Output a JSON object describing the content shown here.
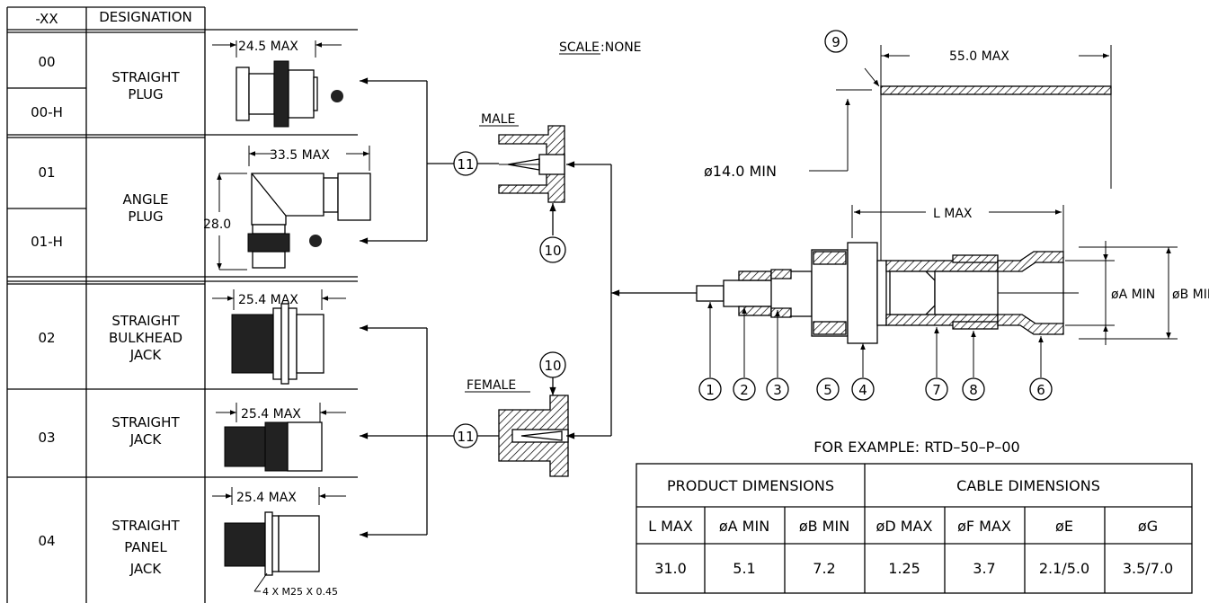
{
  "table": {
    "header_xx": "-XX",
    "header_designation": "DESIGNATION",
    "rows": [
      {
        "code": "00",
        "designation_l1": "STRAIGHT",
        "designation_l2": "PLUG"
      },
      {
        "code": "00-H"
      },
      {
        "code": "01",
        "designation_l1": "ANGLE",
        "designation_l2": "PLUG"
      },
      {
        "code": "01-H"
      },
      {
        "code": "02",
        "designation_l1": "STRAIGHT",
        "designation_l2": "BULKHEAD",
        "designation_l3": "JACK"
      },
      {
        "code": "03",
        "designation_l1": "STRAIGHT",
        "designation_l2": "JACK"
      },
      {
        "code": "04",
        "designation_l1": "STRAIGHT",
        "designation_l2": "PANEL",
        "designation_l3": "JACK"
      }
    ]
  },
  "dims": {
    "straight_plug": "24.5  MAX",
    "angle_plug": "33.5  MAX",
    "angle_plug_height": "28.0",
    "bulkhead_jack": "25.4  MAX",
    "straight_jack": "25.4  MAX",
    "panel_jack": "25.4  MAX",
    "thread": "4  X  M25  X  0.45",
    "cable_length": "55.0  MAX",
    "cable_min": "ø14.0  MIN",
    "l_max": "L  MAX",
    "dia_a": "øA  MIN",
    "dia_b": "øB  MIN"
  },
  "labels": {
    "scale_underlined": "SCALE",
    "scale_rest": ":NONE",
    "male": "MALE",
    "female": "FEMALE",
    "example": "FOR  EXAMPLE:  RTD–50–P–00"
  },
  "balloons": [
    "1",
    "2",
    "3",
    "5",
    "4",
    "7",
    "8",
    "6",
    "9",
    "10",
    "11"
  ],
  "spec_table": {
    "group_product": "PRODUCT  DIMENSIONS",
    "group_cable": "CABLE  DIMENSIONS",
    "headers": [
      "L  MAX",
      "øA  MIN",
      "øB  MIN",
      "øD  MAX",
      "øF  MAX",
      "øE",
      "øG"
    ],
    "values": [
      "31.0",
      "5.1",
      "7.2",
      "1.25",
      "3.7",
      "2.1/5.0",
      "3.5/7.0"
    ]
  }
}
